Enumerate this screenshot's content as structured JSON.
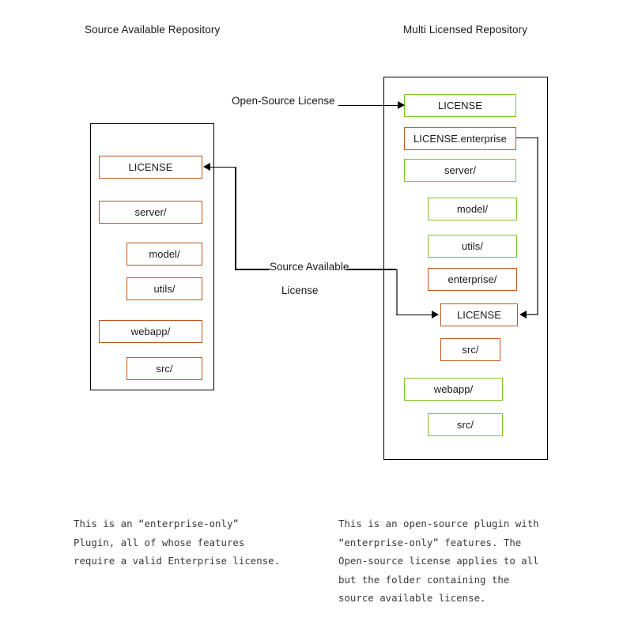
{
  "diagram": {
    "left_panel": {
      "title": "Source Available Repository",
      "nodes": [
        {
          "label": "LICENSE",
          "color": "orange"
        },
        {
          "label": "server/",
          "color": "orange"
        },
        {
          "label": "model/",
          "color": "orange"
        },
        {
          "label": "utils/",
          "color": "orange"
        },
        {
          "label": "webapp/",
          "color": "orange"
        },
        {
          "label": "src/",
          "color": "orange"
        }
      ],
      "caption": "This is an “enterprise-only”\nPlugin, all of whose features\nrequire a valid Enterprise license."
    },
    "right_panel": {
      "title": "Multi Licensed Repository",
      "nodes": [
        {
          "label": "LICENSE",
          "color": "green"
        },
        {
          "label": "LICENSE.enterprise",
          "color": "orange"
        },
        {
          "label": "server/",
          "color": "green"
        },
        {
          "label": "model/",
          "color": "green"
        },
        {
          "label": "utils/",
          "color": "green"
        },
        {
          "label": "enterprise/",
          "color": "orange"
        },
        {
          "label": "LICENSE",
          "color": "orange"
        },
        {
          "label": "src/",
          "color": "orange"
        },
        {
          "label": "webapp/",
          "color": "green"
        },
        {
          "label": "src/",
          "color": "green"
        }
      ],
      "caption": "This is an open-source plugin with\n“enterprise-only” features. The\nOpen-source license applies to all\nbut the folder containing the\nsource available license."
    },
    "edge_labels": {
      "open_source": "Open-Source License",
      "source_available_line1": "Source Available",
      "source_available_line2": "License"
    },
    "colors": {
      "open_source_border": "#7cc331",
      "source_available_border": "#c0561c",
      "frame": "#000000",
      "connector": "#000000",
      "connector_gray": "#6b6b6b"
    }
  }
}
